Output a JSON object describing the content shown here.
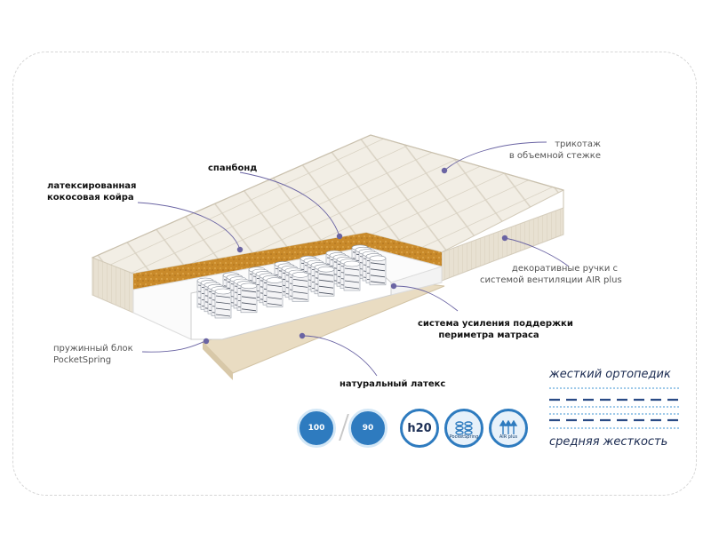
{
  "labels": {
    "trikotazh": [
      "трикотаж",
      "в объемной стежке"
    ],
    "spanbond": "спанбонд",
    "latex_coir": [
      "латексированная",
      "кокосовая койра"
    ],
    "handles": [
      "декоративные ручки с",
      "системой вентиляции AIR plus"
    ],
    "perimeter": [
      "система усиления поддержки",
      "периметра матраса"
    ],
    "spring_block": [
      "пружинный блок",
      "PocketSpring"
    ],
    "latex": "натуральный латекс"
  },
  "firmness": {
    "top": "жесткий ортопедик",
    "bottom": "средняя жесткость"
  },
  "badges": [
    {
      "icon": "weight-100-icon",
      "text": "100",
      "kind": "weight"
    },
    {
      "icon": "weight-90-icon",
      "text": "90",
      "kind": "weight"
    },
    {
      "icon": "height-icon",
      "text": "h20",
      "kind": "height"
    },
    {
      "icon": "pocketspring-icon",
      "text": "",
      "sub": "PocketSpring",
      "kind": "spring"
    },
    {
      "icon": "air-plus-icon",
      "text": "",
      "sub": "AIR plus",
      "kind": "air"
    }
  ],
  "colors": {
    "accent": "#2e7bbf",
    "coir": "#c98a2a",
    "fabric": "#f1ece1",
    "leader": "#6a64a3"
  }
}
